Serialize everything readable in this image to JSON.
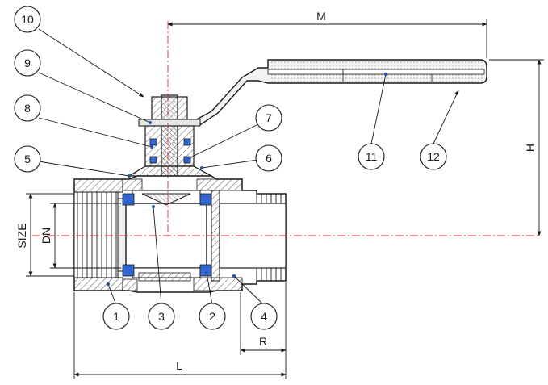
{
  "dimensions": {
    "m": "M",
    "h": "H",
    "l": "L",
    "r": "R",
    "size": "SIZE",
    "dn": "DN"
  },
  "callouts": [
    "10",
    "9",
    "8",
    "5",
    "7",
    "6",
    "11",
    "12",
    "1",
    "3",
    "2",
    "4"
  ],
  "colors": {
    "line": "#1a1a1a",
    "hatch": "#444444",
    "seal": "#3366cc",
    "centerline": "#d83030",
    "leader_dot": "#2255aa"
  }
}
